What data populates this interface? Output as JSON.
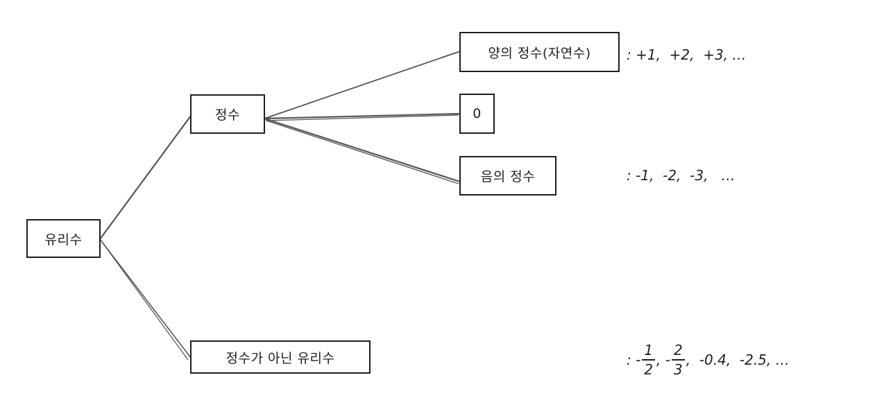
{
  "colors": {
    "stroke": "#1e1e1e",
    "edge": "#555555",
    "background": "#ffffff"
  },
  "nodes": {
    "rational": "유리수",
    "integer": "정수",
    "positive": "양의 정수(자연수)",
    "zero": "0",
    "negative": "음의 정수",
    "non_integer": "정수가 아닌 유리수"
  },
  "examples": {
    "positive": ": +1,  +2,  +3, …",
    "negative": ": -1,  -2,  -3,   …",
    "non_integer": {
      "prefix": ": -",
      "frac1_num": "1",
      "frac1_den": "2",
      "sep1": ", -",
      "frac2_num": "2",
      "frac2_den": "3",
      "rest": ",  -0.4,  -2.5, …"
    }
  }
}
